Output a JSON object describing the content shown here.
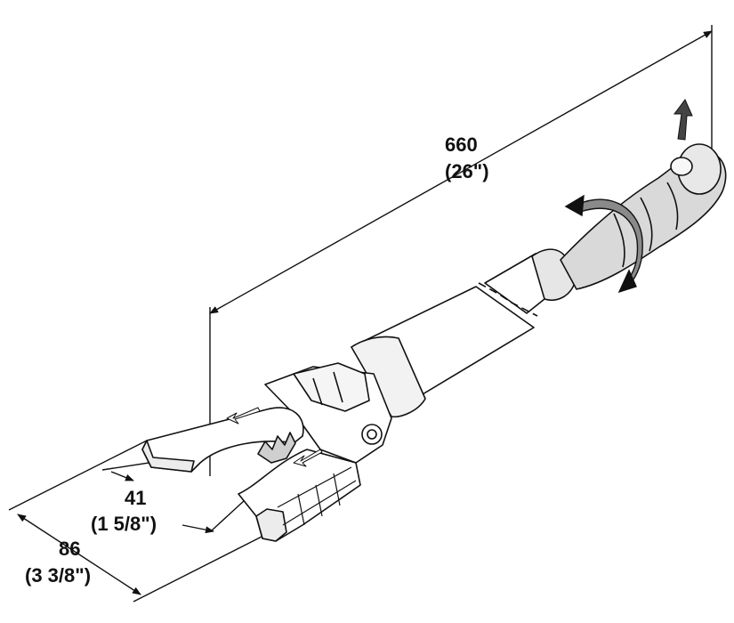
{
  "dimensions": {
    "length": {
      "mm": "660",
      "inch": "(26\")"
    },
    "jaw_opening": {
      "mm": "41",
      "inch": "(1 5/8\")"
    },
    "head_width": {
      "mm": "86",
      "inch": "(3 3/8\")"
    }
  },
  "colors": {
    "stroke": "#111111",
    "fill_light": "#f2f2f2",
    "fill_grip": "#d9d9d9",
    "background": "#ffffff"
  }
}
